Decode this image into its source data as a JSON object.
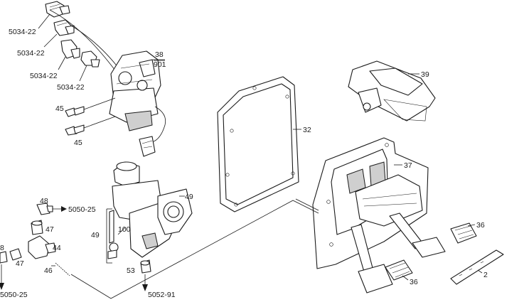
{
  "callouts": {
    "c5034_a": "5034-22",
    "c5034_b": "5034-22",
    "c5034_c": "5034-22",
    "c5034_d": "5034-22",
    "c38": "38",
    "c901": "901",
    "c45_a": "45",
    "c45_b": "45",
    "c39": "39",
    "c32": "32",
    "c37": "37",
    "c49_a": "49",
    "c49_b": "49",
    "c100": "100",
    "c48": "48",
    "c5050_a": "5050-25",
    "c47_a": "47",
    "c47_b": "47",
    "c44": "44",
    "c46": "46",
    "c8": "8",
    "c5050_b": "5050-25",
    "c53": "53",
    "c5052": "5052-91",
    "c36_a": "36",
    "c36_b": "36",
    "c2": "2"
  }
}
